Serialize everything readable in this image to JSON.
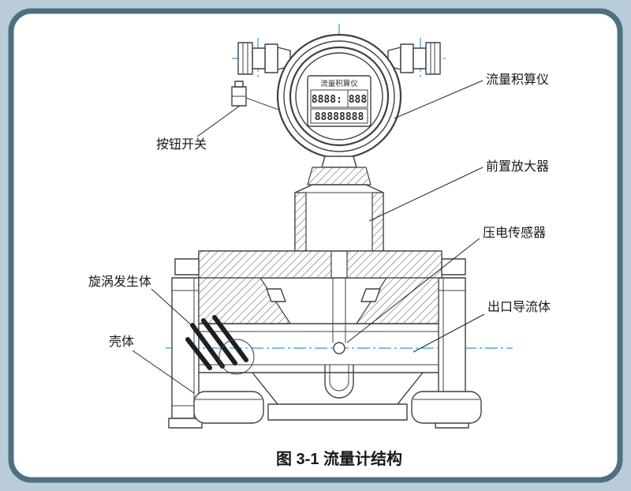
{
  "figure": {
    "caption": "图 3-1 流量计结构",
    "display": {
      "title": "流量积算仪",
      "row1": "8888: 888",
      "row2": "88888888"
    },
    "labels": {
      "totalizer": "流量积算仪",
      "button_switch": "按钮开关",
      "preamplifier": "前置放大器",
      "piezo_sensor": "压电传感器",
      "outlet_flow_guide": "出口导流体",
      "vortex_generator": "旋涡发生体",
      "housing": "壳体"
    },
    "colors": {
      "page_background": "#b9ccd7",
      "frame_border": "#4e7080",
      "panel": "#ffffff",
      "drawing_line": "#3c4146",
      "centerline_blue": "#2e9fd4",
      "label_text": "#15181b"
    }
  }
}
